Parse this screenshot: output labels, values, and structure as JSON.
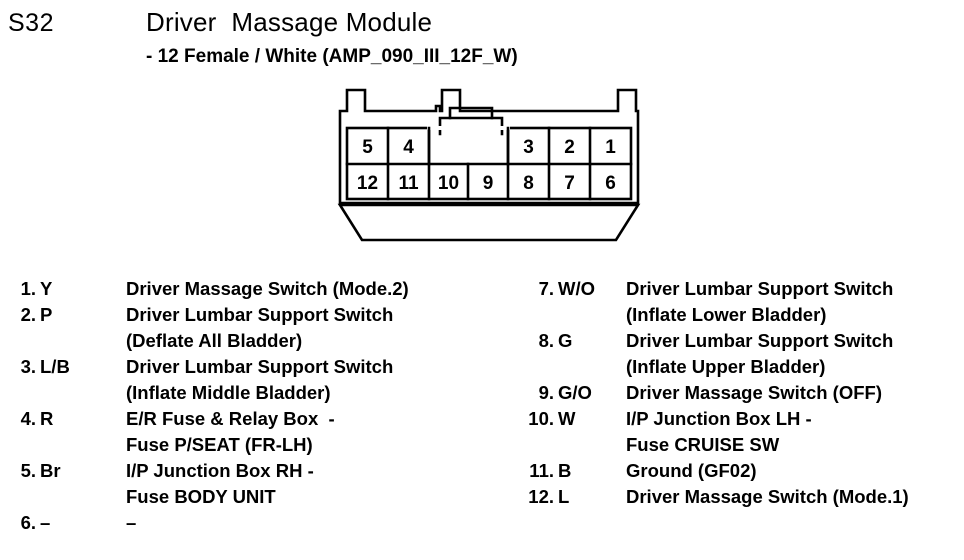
{
  "header": {
    "connector_code": "S32",
    "title": "Driver  Massage Module",
    "subtitle": "- 12 Female / White (AMP_090_III_12F_W)"
  },
  "connector": {
    "name": "12-pin-female-white-connector",
    "pin_count": 12,
    "top_row": [
      "5",
      "4",
      "3",
      "2",
      "1"
    ],
    "bottom_row": [
      "12",
      "11",
      "10",
      "9",
      "8",
      "7",
      "6"
    ],
    "outline_color": "#000000",
    "fill_color": "#ffffff"
  },
  "pins": {
    "left_column": [
      {
        "index": "1.",
        "color": "Y",
        "desc": "Driver Massage Switch (Mode.2)",
        "desc2": ""
      },
      {
        "index": "2.",
        "color": "P",
        "desc": "Driver Lumbar Support Switch",
        "desc2": "(Deflate All Bladder)"
      },
      {
        "index": "3.",
        "color": "L/B",
        "desc": "Driver Lumbar Support Switch",
        "desc2": "(Inflate Middle Bladder)"
      },
      {
        "index": "4.",
        "color": "R",
        "desc": "E/R Fuse & Relay Box  -",
        "desc2": "Fuse P/SEAT (FR-LH)"
      },
      {
        "index": "5.",
        "color": "Br",
        "desc": "I/P Junction Box RH -",
        "desc2": "Fuse BODY UNIT"
      },
      {
        "index": "6.",
        "color": "–",
        "desc": "–",
        "desc2": ""
      }
    ],
    "right_column": [
      {
        "index": "7.",
        "color": "W/O",
        "desc": "Driver Lumbar Support Switch",
        "desc2": "(Inflate Lower Bladder)"
      },
      {
        "index": "8.",
        "color": "G",
        "desc": "Driver Lumbar Support Switch",
        "desc2": "(Inflate Upper Bladder)"
      },
      {
        "index": "9.",
        "color": "G/O",
        "desc": "Driver Massage Switch (OFF)",
        "desc2": ""
      },
      {
        "index": "10.",
        "color": "W",
        "desc": "I/P Junction Box LH -",
        "desc2": "Fuse CRUISE SW"
      },
      {
        "index": "11.",
        "color": "B",
        "desc": "Ground (GF02)",
        "desc2": ""
      },
      {
        "index": "12.",
        "color": "L",
        "desc": "Driver Massage Switch (Mode.1)",
        "desc2": ""
      }
    ]
  }
}
